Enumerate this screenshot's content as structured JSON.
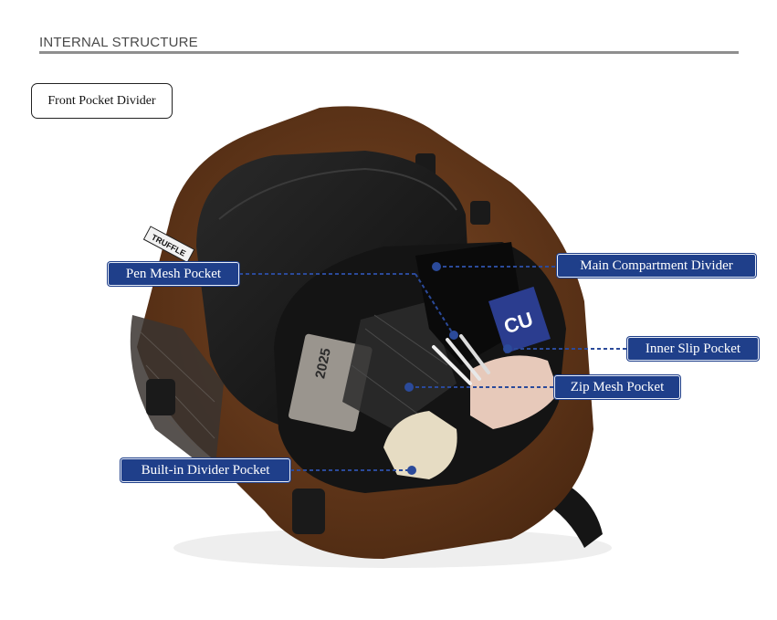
{
  "header": {
    "title": "INTERNAL STRUCTURE"
  },
  "front_pocket": {
    "label": "Front Pocket Divider"
  },
  "callouts": {
    "pen_mesh": "Pen Mesh Pocket",
    "main_divider": "Main Compartment Divider",
    "inner_slip": "Inner Slip Pocket",
    "zip_mesh": "Zip Mesh Pocket",
    "built_in": "Built-in Divider Pocket"
  },
  "product": {
    "brand_tag": "TRUFFLE",
    "notebook_text": "2025",
    "book_text": "CU"
  },
  "colors": {
    "accent": "#1f3f8a",
    "bag_brown": "#6b3d1e",
    "lining": "#1a1a1a",
    "divider_line": "#2b4a9a"
  }
}
